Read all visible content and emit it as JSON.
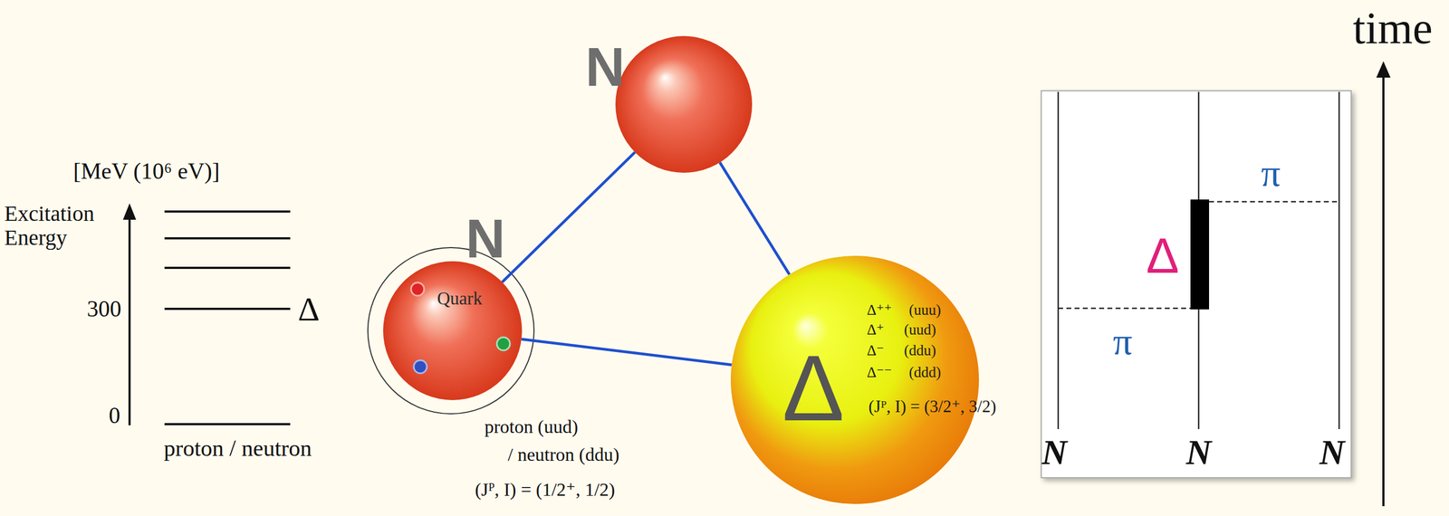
{
  "diagram": {
    "nodes": [
      {
        "text": [
          "N"
        ]
      },
      {
        "text": [
          "N",
          "Quark"
        ]
      },
      {
        "text": [
          "Δ",
          "Δ⁺⁺ (uuu)",
          "Δ⁺ (uud)",
          "Δ⁻ (ddu)",
          "Δ⁻⁻ (ddd)",
          "(Jᴾ, I) = (3/2⁺, 3/2)"
        ]
      },
      {
        "text": [
          "π",
          "Δ",
          "π",
          "N",
          "N",
          "N"
        ]
      }
    ],
    "edges": [
      {
        "from": 0,
        "to": 1,
        "arrow": "none"
      },
      {
        "from": 0,
        "to": 2,
        "arrow": "none"
      },
      {
        "from": 1,
        "to": 2,
        "arrow": "none"
      }
    ],
    "labels": [
      "[MeV (10⁶ eV)]",
      "Excitation Energy",
      "300",
      "0",
      "Δ",
      "proton / neutron",
      "proton (uud)",
      "/ neutron (ddu)",
      "(Jᴾ, I) = (1/2⁺, 1/2)",
      "time"
    ]
  }
}
